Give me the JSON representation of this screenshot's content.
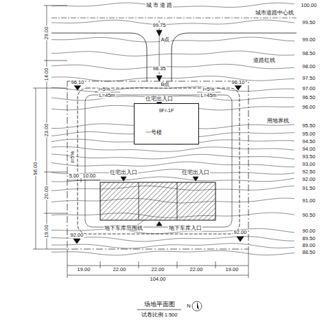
{
  "diagram": {
    "caption": "场地平面图",
    "nodes": [
      {
        "text": [
          "9F/-1F",
          "一号楼"
        ]
      }
    ],
    "edges": [],
    "labels": [
      "100.00",
      "城 市 道 路",
      "99.75",
      "城市道路中心线",
      "99.50",
      "A点",
      "99.00",
      "98.50",
      "道路红线",
      "98.00",
      "98.35",
      "29.00",
      "97.50",
      "B点",
      "96.10",
      "96.10",
      "97.00",
      "i=5%",
      "L=45m",
      "i=5%",
      "L=45m",
      "14.00",
      "住宅出入口",
      "96.50",
      "96.00",
      "用地界线",
      "95.50",
      "95.00",
      "94.50",
      "94.00",
      "i=5%",
      "93.50",
      "93.00",
      "96.00",
      "23.00",
      "92.50",
      "5.00",
      "10.00",
      "住宅出入口",
      "住宅出入口",
      "92.00",
      "91.50",
      "20.00",
      "91.00",
      "90.50",
      "地下车库范围线",
      "地下车库入口",
      "90.00",
      "19.00",
      "92.00",
      "92.00",
      "89.50",
      "89.00",
      "88.50",
      "19.00",
      "22.00",
      "22.00",
      "22.00",
      "19.00",
      "104.00",
      "试卷比例 1:500",
      "N"
    ]
  }
}
